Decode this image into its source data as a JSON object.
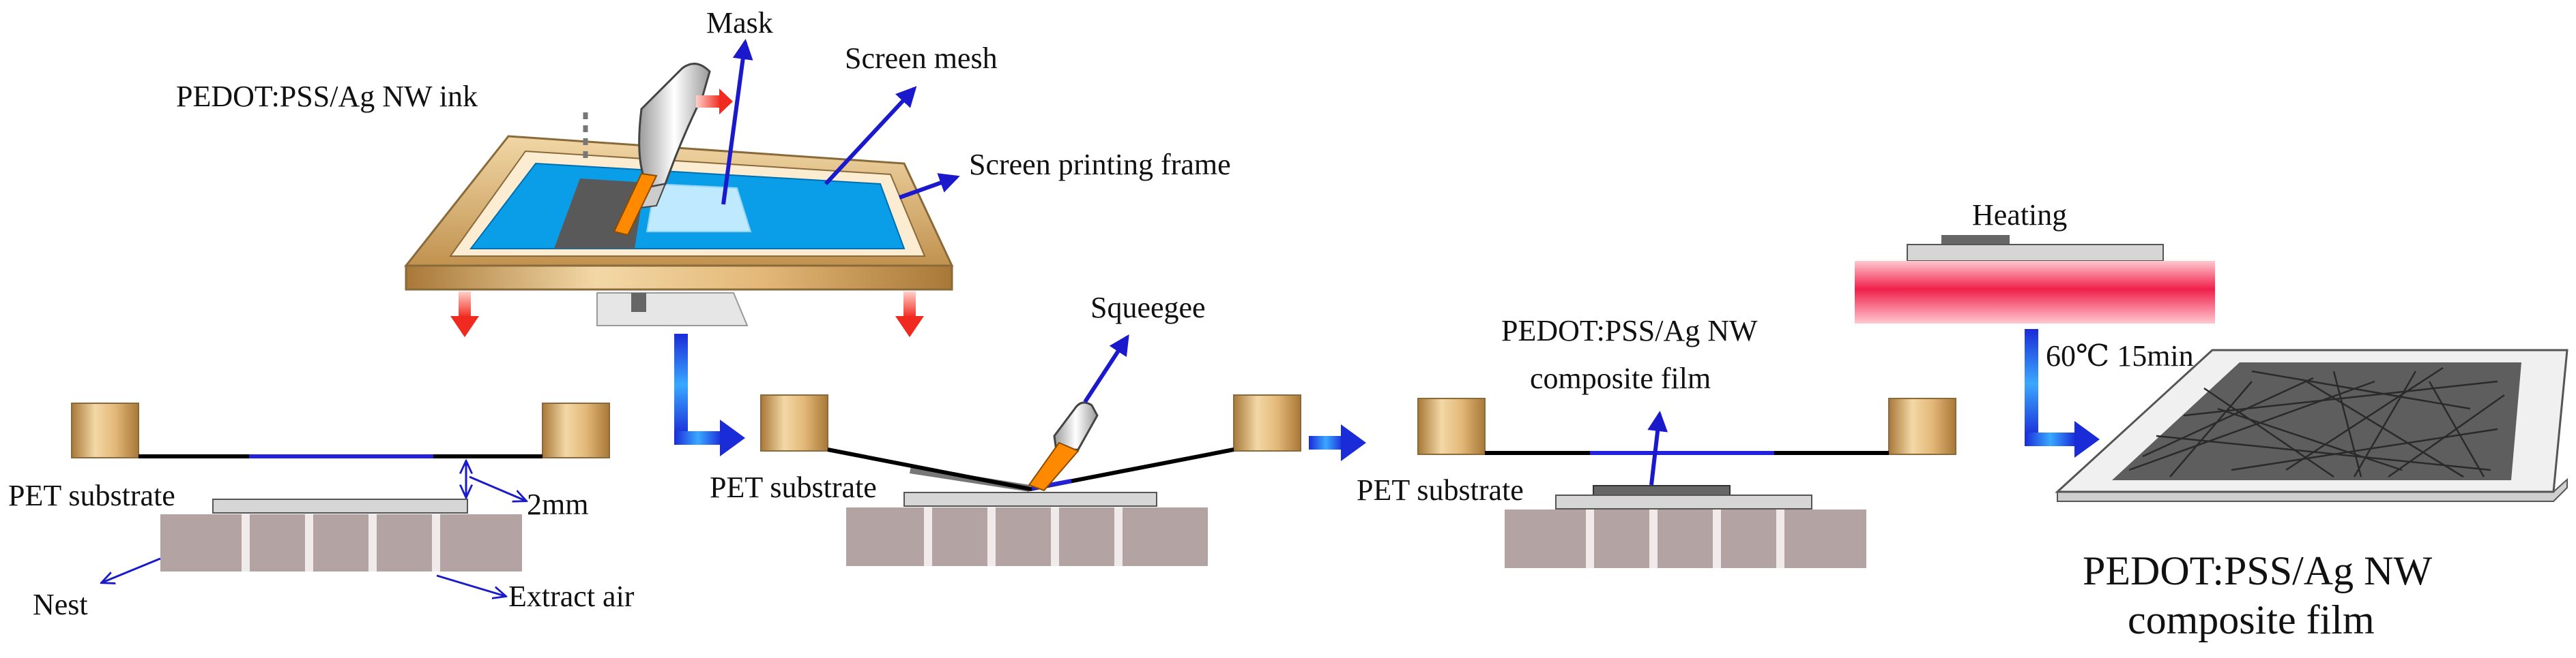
{
  "labels": {
    "mask": "Mask",
    "ink": "PEDOT:PSS/Ag NW ink",
    "screen_mesh": "Screen mesh",
    "screen_frame": "Screen printing frame",
    "squeegee": "Squeegee",
    "heating": "Heating",
    "heat_condition": "60℃ 15min",
    "composite_film_mid_line1": "PEDOT:PSS/Ag NW",
    "composite_film_mid_line2": "composite film",
    "composite_film_final_line1": "PEDOT:PSS/Ag NW",
    "composite_film_final_line2": "composite film",
    "pet_substrate_1": "PET substrate",
    "pet_substrate_2": "PET substrate",
    "pet_substrate_3": "PET substrate",
    "gap": "2mm",
    "nest": "Nest",
    "extract_air": "Extract air"
  },
  "colors": {
    "screen_blue": "#0099e6",
    "frame_tan": "#d4a865",
    "arrow_blue": "#1a1acc",
    "process_arrow": "#1540e0",
    "squeegee_orange": "#ff8a00",
    "heater_red": "#f0204a",
    "nest_gray": "#b3a3a3",
    "substrate_gray": "#d6d6d6",
    "ink_dark": "#666666"
  }
}
